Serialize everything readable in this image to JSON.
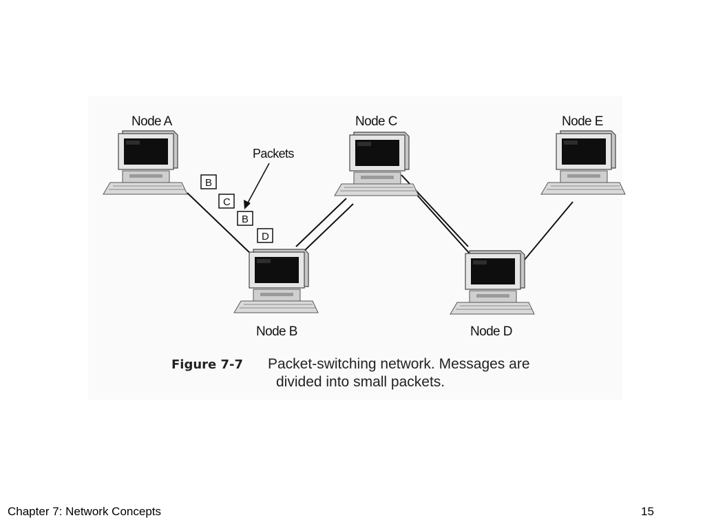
{
  "figure": {
    "nodes": {
      "a": "Node A",
      "b": "Node B",
      "c": "Node C",
      "d": "Node D",
      "e": "Node E"
    },
    "packets_label": "Packets",
    "packets": [
      "B",
      "C",
      "B",
      "D"
    ],
    "caption": {
      "number": "Figure 7-7",
      "line1": "Packet-switching network. Messages are",
      "line2": "divided into small packets."
    }
  },
  "footer": {
    "chapter": "Chapter 7:  Network Concepts",
    "page": "15"
  }
}
